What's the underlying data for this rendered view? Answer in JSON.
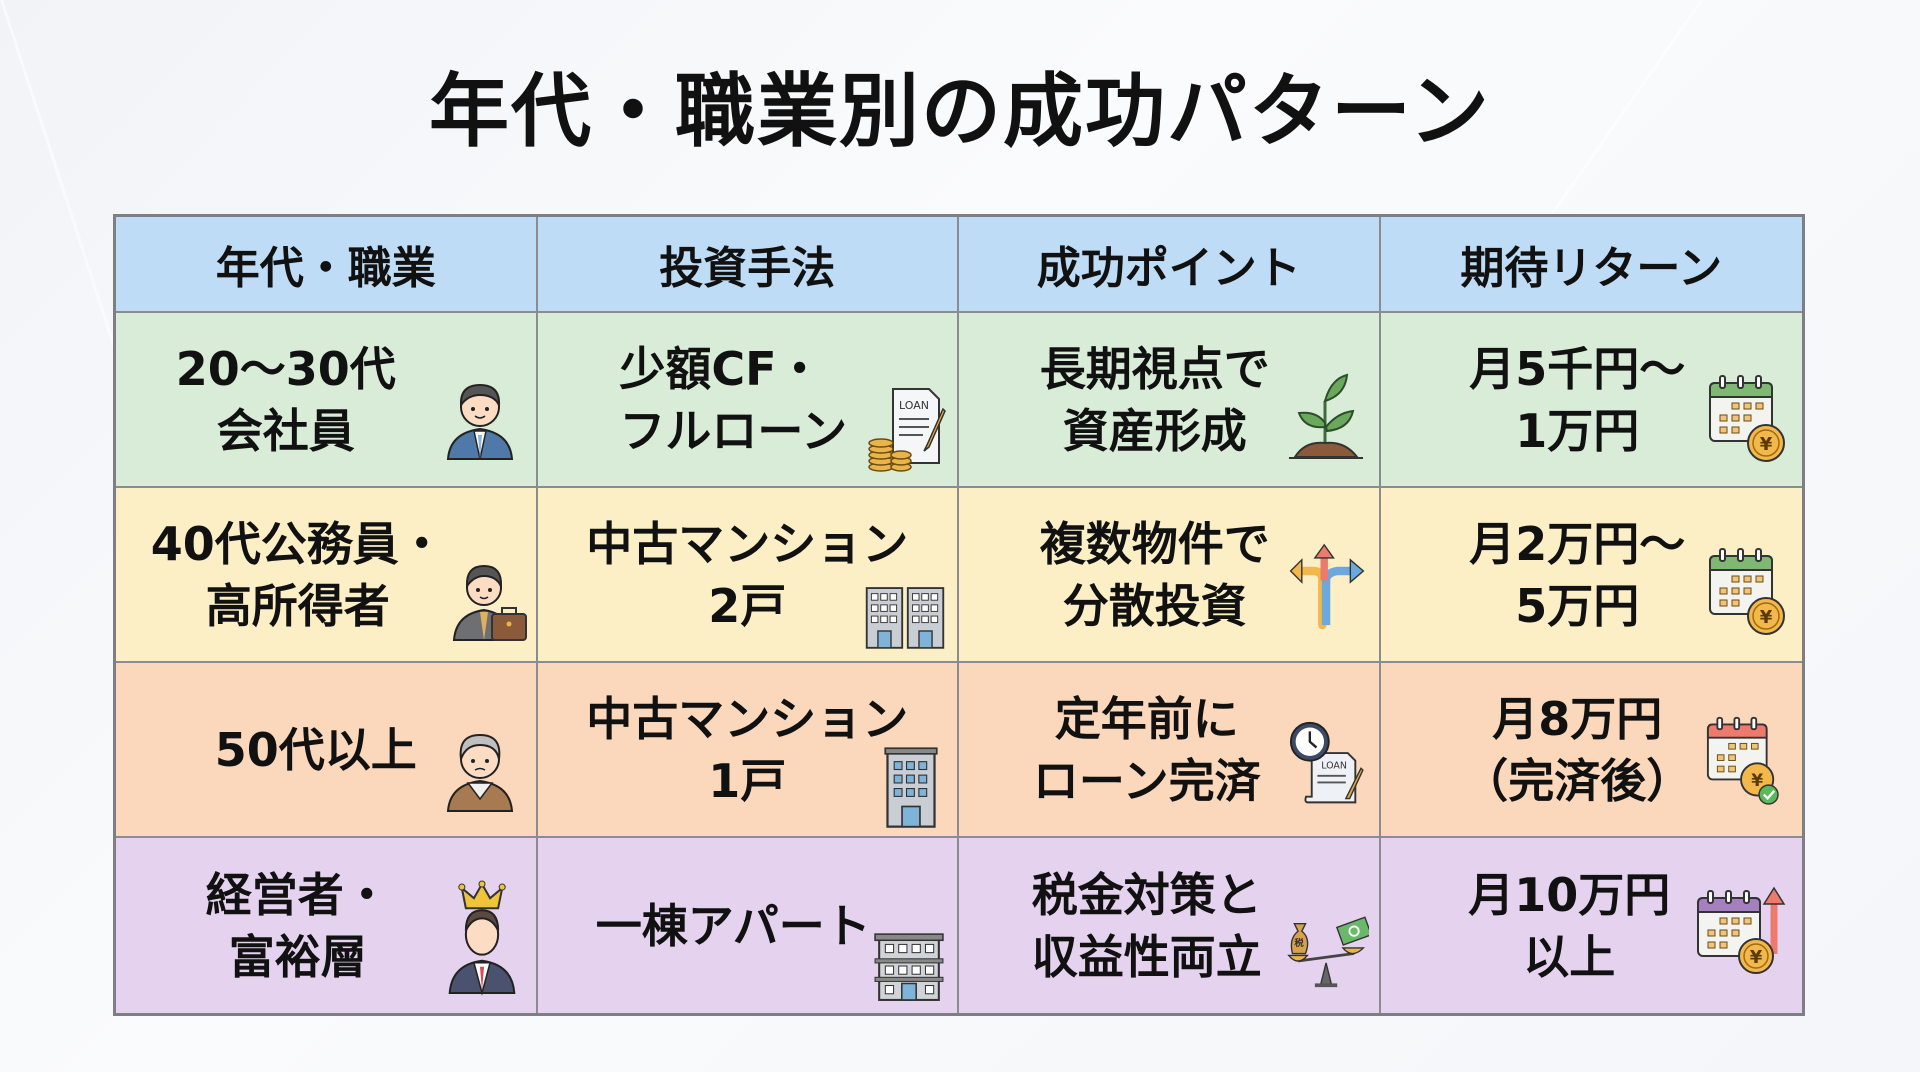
{
  "title": "年代・職業別の成功パターン",
  "table": {
    "headers": [
      "年代・職業",
      "投資手法",
      "成功ポイント",
      "期待リターン"
    ],
    "rows": [
      {
        "color": "#d8ecd8",
        "profile": {
          "line1": "20〜30代",
          "line2": "会社員",
          "icon": "young-office-worker-icon"
        },
        "method": {
          "line1": "少額CF・",
          "line2": "フルローン",
          "icon": "loan-document-coins-icon"
        },
        "point": {
          "line1": "長期視点で",
          "line2": "資産形成",
          "icon": "sprout-icon"
        },
        "return": {
          "line1": "月5千円〜",
          "line2": "1万円",
          "icon": "calendar-yen-icon"
        }
      },
      {
        "color": "#fcefc6",
        "profile": {
          "line1": "40代公務員・",
          "line2": "高所得者",
          "icon": "businessman-briefcase-icon"
        },
        "method": {
          "line1": "中古マンション",
          "line2": "2戸",
          "icon": "two-buildings-icon"
        },
        "point": {
          "line1": "複数物件で",
          "line2": "分散投資",
          "icon": "diverging-arrows-icon"
        },
        "return": {
          "line1": "月2万円〜",
          "line2": "5万円",
          "icon": "calendar-yen-icon"
        }
      },
      {
        "color": "#fbd8bc",
        "profile": {
          "line1": "50代以上",
          "line2": "",
          "icon": "senior-man-icon"
        },
        "method": {
          "line1": "中古マンション",
          "line2": "1戸",
          "icon": "building-icon"
        },
        "point": {
          "line1": "定年前に",
          "line2": "ローン完済",
          "icon": "clock-loan-document-icon"
        },
        "return": {
          "line1": "月8万円",
          "line2": "（完済後）",
          "icon": "calendar-yen-check-icon"
        }
      },
      {
        "color": "#e5d2ef",
        "profile": {
          "line1": "経営者・",
          "line2": "富裕層",
          "icon": "executive-crown-icon"
        },
        "method": {
          "line1": "一棟アパート",
          "line2": "",
          "icon": "apartment-building-icon"
        },
        "point": {
          "line1": "税金対策と",
          "line2": "収益性両立",
          "icon": "tax-balance-scale-icon"
        },
        "return": {
          "line1": "月10万円",
          "line2": "以上",
          "icon": "calendar-yen-up-arrow-icon"
        }
      }
    ]
  },
  "colors": {
    "header_bg": "#bedcf6",
    "border": "#7d7f84"
  }
}
